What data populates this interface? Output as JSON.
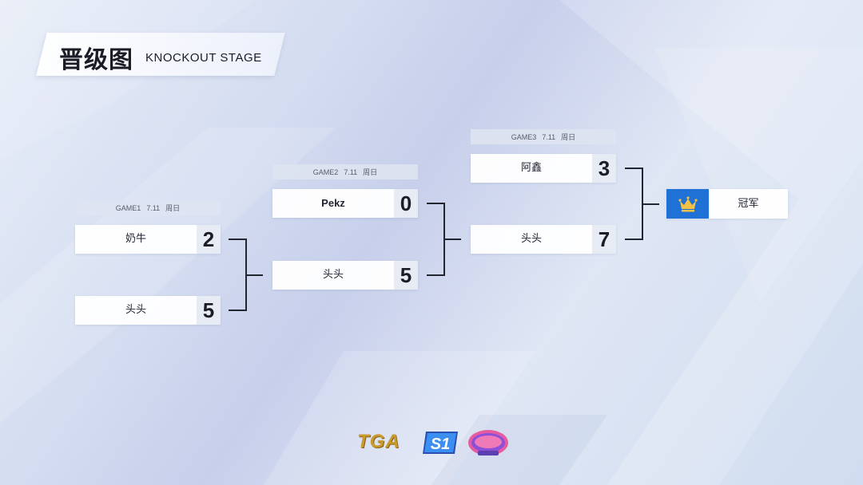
{
  "header": {
    "title_cn": "晋级图",
    "title_en": "KNOCKOUT STAGE"
  },
  "matches": [
    {
      "header": {
        "game": "GAME1",
        "date": "7.11",
        "day": "周日"
      },
      "teams": [
        {
          "name": "奶牛",
          "score": "2"
        },
        {
          "name": "头头",
          "score": "5"
        }
      ]
    },
    {
      "header": {
        "game": "GAME2",
        "date": "7.11",
        "day": "周日"
      },
      "teams": [
        {
          "name": "Pekz",
          "score": "0"
        },
        {
          "name": "头头",
          "score": "5"
        }
      ]
    },
    {
      "header": {
        "game": "GAME3",
        "date": "7.11",
        "day": "周日"
      },
      "teams": [
        {
          "name": "阿鑫",
          "score": "3"
        },
        {
          "name": "头头",
          "score": "7"
        }
      ]
    }
  ],
  "champion": {
    "label": "冠军",
    "icon": "crown-icon"
  },
  "footer": {
    "logos": [
      "tga-logo",
      "s1-logo",
      "game-logo"
    ],
    "logo1_text": "TGA"
  },
  "colors": {
    "accent_blue": "#1f71d6",
    "crown_gold": "#f3c244",
    "connector": "#222630"
  }
}
